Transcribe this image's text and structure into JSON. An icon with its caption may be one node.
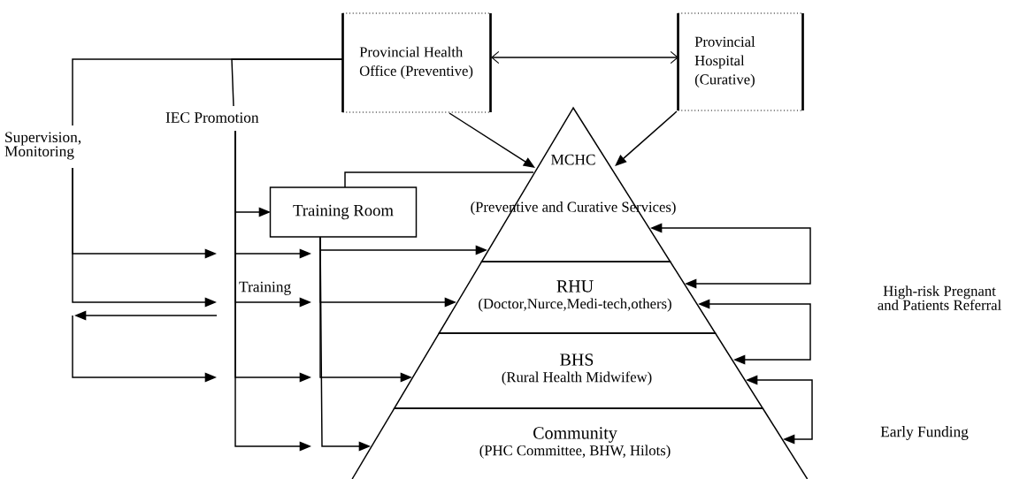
{
  "diagram": {
    "nodes": [
      {
        "text": [
          "Provincial Health Office (Preventive)"
        ]
      },
      {
        "text": [
          "Provincial Hospital (Curative)"
        ]
      },
      {
        "text": [
          "MCHC",
          "(Preventive and Curative Services)"
        ]
      },
      {
        "text": [
          "RHU",
          "(Doctor,Nurce,Medi-tech,others)"
        ]
      },
      {
        "text": [
          "BHS",
          "(Rural Health Midwifew)"
        ]
      },
      {
        "text": [
          "Community",
          "(PHC Committee, BHW, Hilots)"
        ]
      },
      {
        "text": [
          "Training Room"
        ]
      },
      {
        "text": [
          "Supervision, Monitoring"
        ]
      },
      {
        "text": [
          "IEC Promotion"
        ]
      }
    ],
    "edges": [
      {
        "from": 0,
        "to": 1,
        "arrow": "both"
      },
      {
        "from": 0,
        "to": 2,
        "arrow": "to"
      },
      {
        "from": 1,
        "to": 2,
        "arrow": "to"
      },
      {
        "from": 0,
        "to": 7,
        "arrow": "none"
      },
      {
        "from": 0,
        "to": 8,
        "arrow": "none"
      },
      {
        "from": 6,
        "to": 2,
        "arrow": "none"
      },
      {
        "from": 8,
        "to": 6,
        "arrow": "to"
      },
      {
        "from": 7,
        "to": null,
        "arrow": "to"
      },
      {
        "from": 7,
        "to": null,
        "arrow": "to"
      },
      {
        "from": 8,
        "to": null,
        "arrow": "to"
      },
      {
        "from": 8,
        "to": null,
        "arrow": "to",
        "label": "Training"
      },
      {
        "from": 8,
        "to": null,
        "arrow": "to"
      },
      {
        "from": 8,
        "to": null,
        "arrow": "to"
      },
      {
        "from": 6,
        "to": 2,
        "arrow": "to"
      },
      {
        "from": 6,
        "to": 3,
        "arrow": "to"
      },
      {
        "from": 6,
        "to": 4,
        "arrow": "to"
      },
      {
        "from": 6,
        "to": 5,
        "arrow": "to"
      },
      {
        "from": 3,
        "to": 2,
        "arrow": "both"
      },
      {
        "from": 4,
        "to": 3,
        "arrow": "both"
      },
      {
        "from": 5,
        "to": 4,
        "arrow": "both"
      }
    ],
    "labels": [
      "High-risk Pregnant and Patients Referral",
      "Early Funding"
    ]
  }
}
